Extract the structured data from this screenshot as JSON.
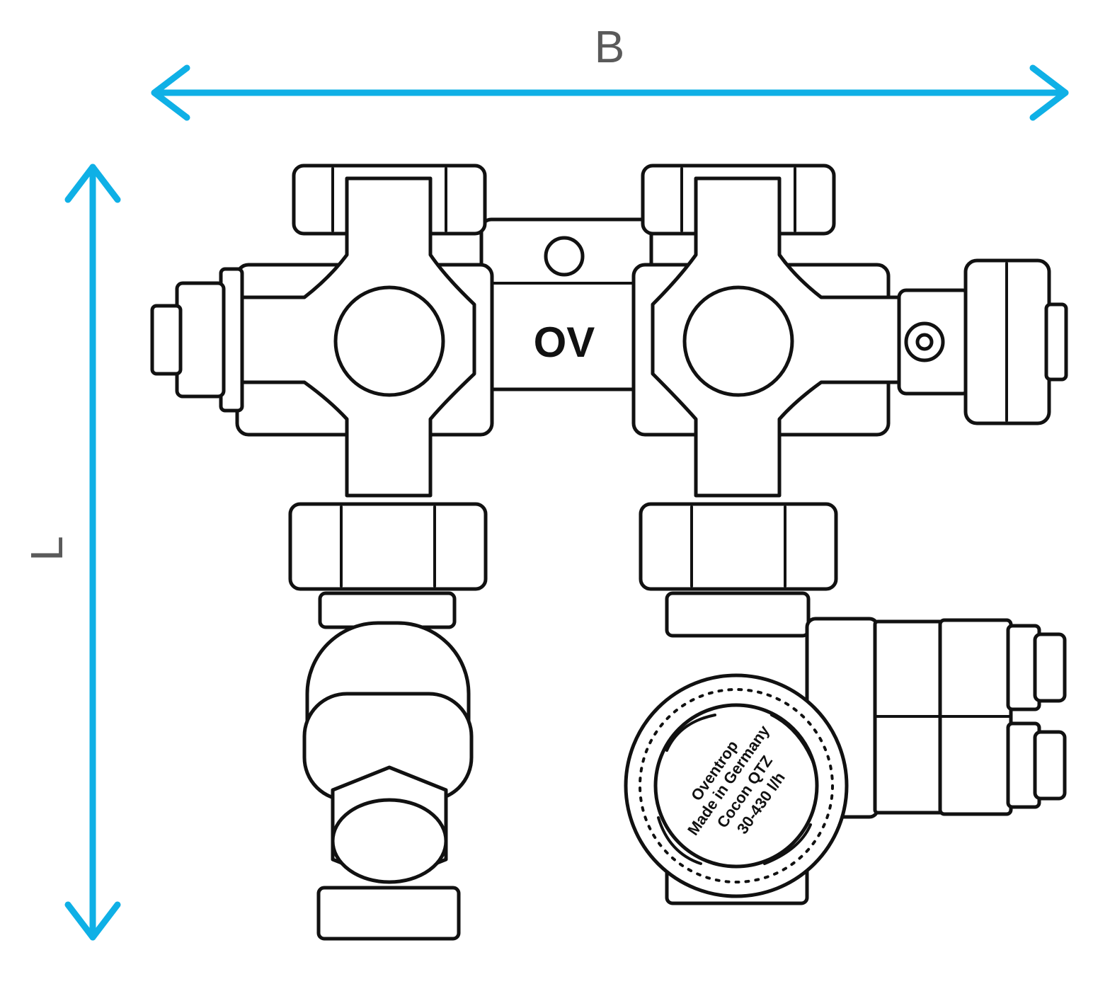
{
  "dimensions": {
    "width_label": "B",
    "length_label": "L",
    "color": "#0fb0e6",
    "label_color": "#5a5a5a"
  },
  "body_marking": "OV",
  "thermostat_cap_lettering": [
    "Oventrop",
    "Made in Germany",
    "Cocon QTZ",
    "30-430 l/h"
  ]
}
